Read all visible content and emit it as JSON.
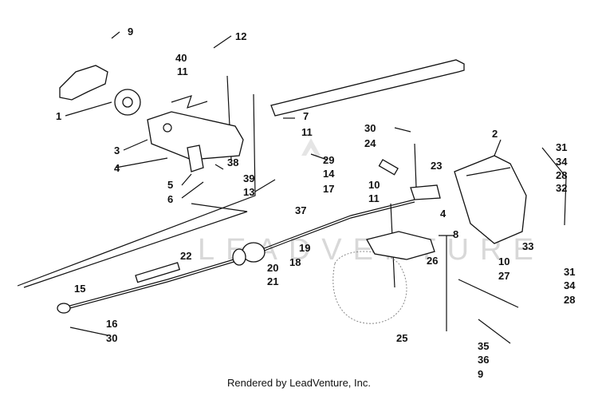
{
  "watermark": "LEADVENTURE",
  "footer": "Rendered by LeadVenture, Inc.",
  "callouts": {
    "c1": "1",
    "c2": "2",
    "c3": "3",
    "c4a": "4",
    "c4b": "4",
    "c5": "5",
    "c6": "6",
    "c7": "7",
    "c8": "8",
    "c9a": "9",
    "c9b": "9",
    "c10a": "10",
    "c10b": "10",
    "c11a": "11",
    "c11b": "11",
    "c11c": "11",
    "c12": "12",
    "c13": "13",
    "c14": "14",
    "c15": "15",
    "c16": "16",
    "c17": "17",
    "c18": "18",
    "c19": "19",
    "c20": "20",
    "c21": "21",
    "c22": "22",
    "c23": "23",
    "c24": "24",
    "c25": "25",
    "c26": "26",
    "c27": "27",
    "c28a": "28",
    "c28b": "28",
    "c29": "29",
    "c30a": "30",
    "c30b": "30",
    "c31a": "31",
    "c31b": "31",
    "c32": "32",
    "c33": "33",
    "c34a": "34",
    "c34b": "34",
    "c35": "35",
    "c36": "36",
    "c37": "37",
    "c38": "38",
    "c39": "39",
    "c40": "40"
  }
}
